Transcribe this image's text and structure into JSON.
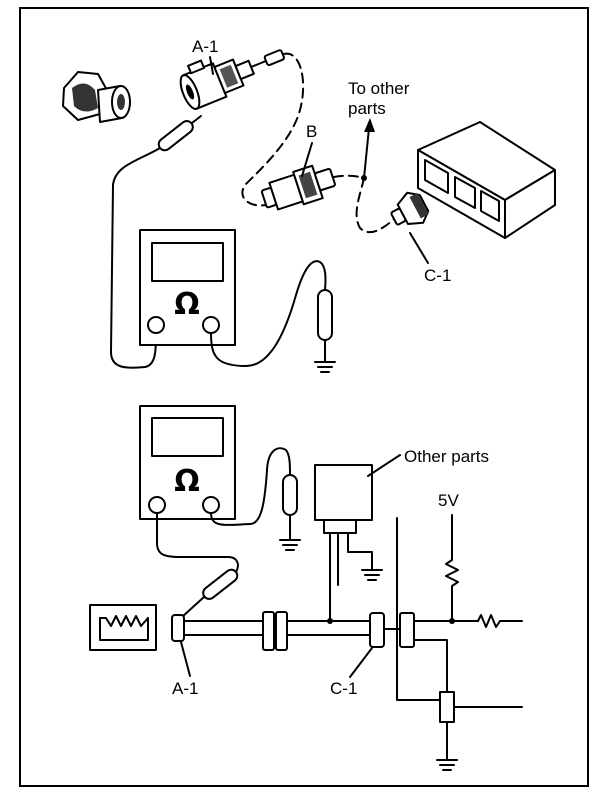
{
  "labels": {
    "top_a1": "A-1",
    "top_b": "B",
    "top_to_other_line1": "To other",
    "top_to_other_line2": "parts",
    "top_c1": "C-1",
    "bottom_other_parts": "Other parts",
    "bottom_5v": "5V",
    "bottom_a1": "A-1",
    "bottom_c1": "C-1"
  },
  "meter": {
    "top_symbol": "Ω",
    "bottom_symbol": "Ω"
  }
}
